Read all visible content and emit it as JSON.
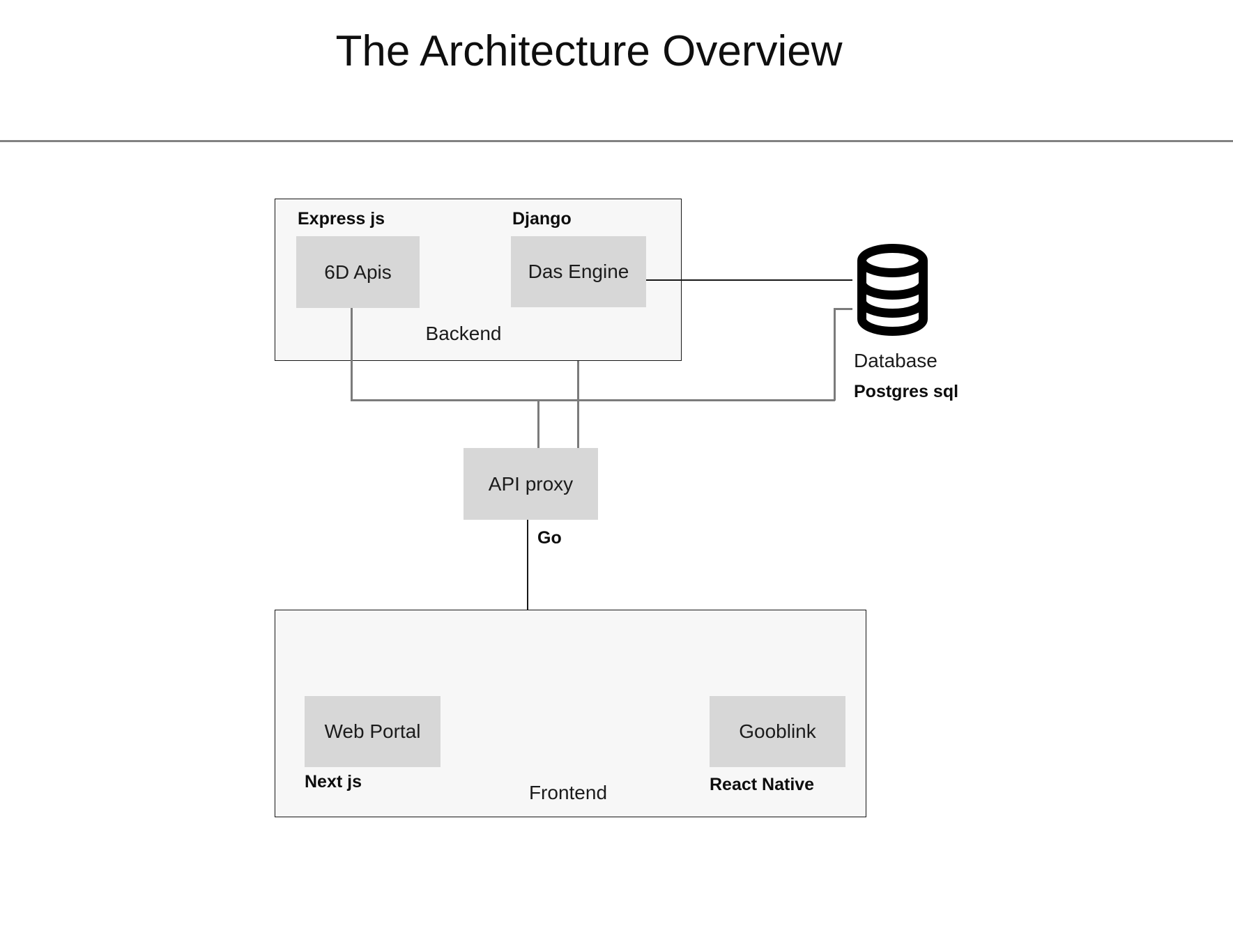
{
  "title": "The Architecture Overview",
  "backend": {
    "caption": "Backend",
    "express_label": "Express js",
    "apis_box": "6D Apis",
    "django_label": "Django",
    "engine_box": "Das Engine"
  },
  "database": {
    "name": "Database",
    "tech": "Postgres sql"
  },
  "proxy": {
    "box": "API proxy",
    "tech": "Go"
  },
  "frontend": {
    "caption": "Frontend",
    "nextjs_label": "Next js",
    "web_portal_box": "Web Portal",
    "react_native_label": "React Native",
    "gooblink_box": "Gooblink"
  },
  "colors": {
    "node_fill": "#d7d7d7",
    "group_fill": "#f7f7f7",
    "connector_gray": "#7b7b7b",
    "connector_dark": "#161616",
    "divider_gray": "#828282",
    "text": "#151515"
  }
}
